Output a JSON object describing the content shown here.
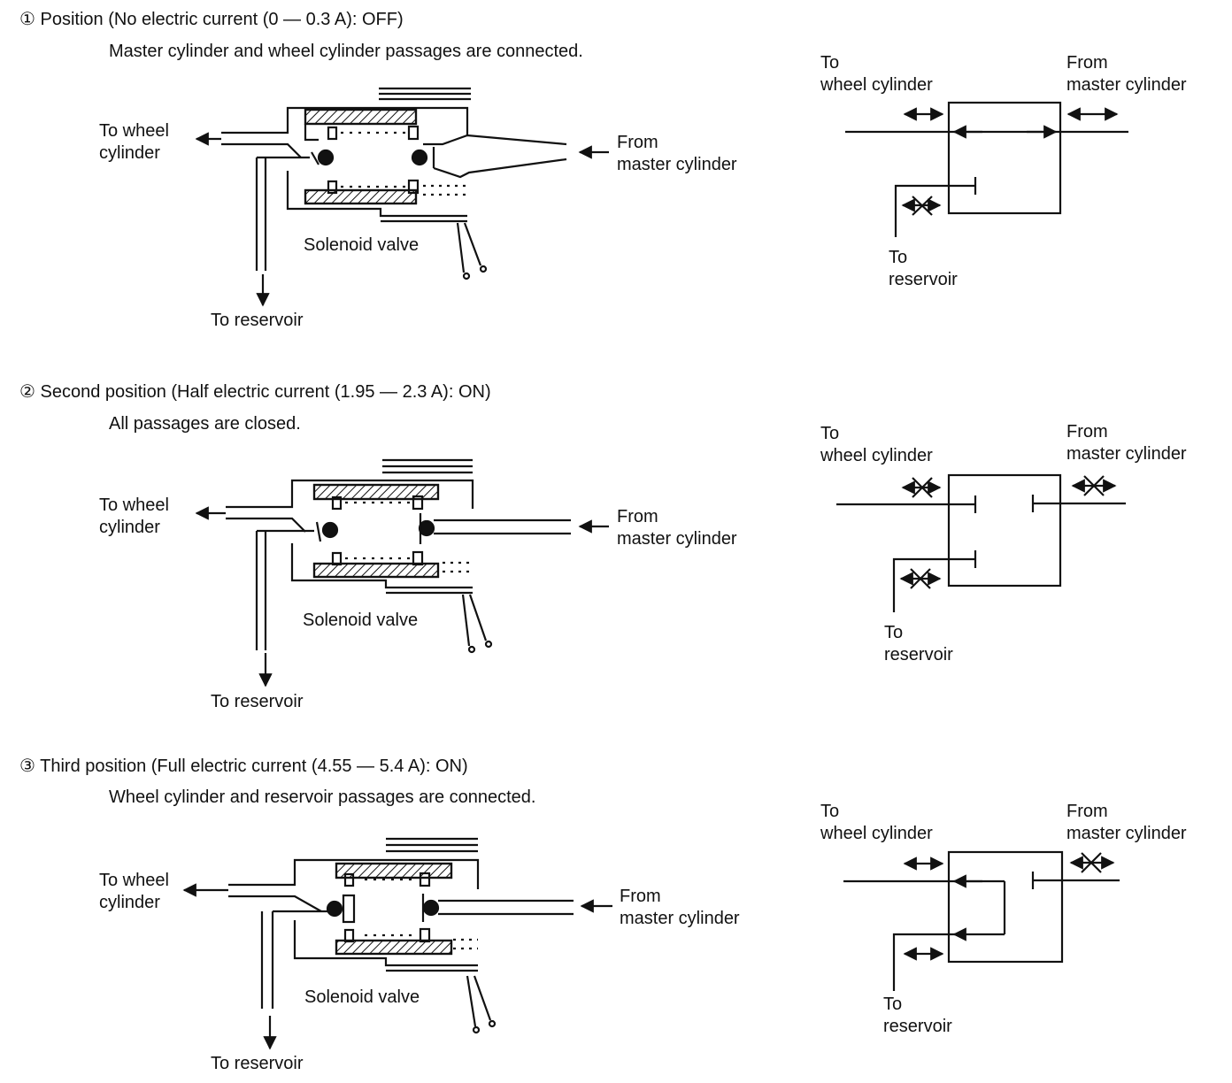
{
  "sections": [
    {
      "number": "①",
      "title": "Position (No electric current (0 — 0.3 A): OFF)",
      "subtitle": "Master cylinder and wheel cylinder passages are connected.",
      "valve": {
        "to_wheel": [
          "To wheel",
          "cylinder"
        ],
        "from_master": [
          "From",
          "master cylinder"
        ],
        "solenoid": "Solenoid valve",
        "to_reservoir": "To reservoir"
      },
      "schematic": {
        "to_wheel": [
          "To",
          "wheel cylinder"
        ],
        "from_master": [
          "From",
          "master cylinder"
        ],
        "to_reservoir": [
          "To",
          "reservoir"
        ]
      }
    },
    {
      "number": "②",
      "title": "Second position (Half electric current (1.95 — 2.3 A): ON)",
      "subtitle": "All passages are closed.",
      "valve": {
        "to_wheel": [
          "To wheel",
          "cylinder"
        ],
        "from_master": [
          "From",
          "master cylinder"
        ],
        "solenoid": "Solenoid valve",
        "to_reservoir": "To reservoir"
      },
      "schematic": {
        "to_wheel": [
          "To",
          "wheel cylinder"
        ],
        "from_master": [
          "From",
          "master cylinder"
        ],
        "to_reservoir": [
          "To",
          "reservoir"
        ]
      }
    },
    {
      "number": "③",
      "title": "Third position (Full electric current (4.55 — 5.4 A): ON)",
      "subtitle": "Wheel cylinder and reservoir passages are connected.",
      "valve": {
        "to_wheel": [
          "To wheel",
          "cylinder"
        ],
        "from_master": [
          "From",
          "master cylinder"
        ],
        "solenoid": "Solenoid valve",
        "to_reservoir": "To reservoir"
      },
      "schematic": {
        "to_wheel": [
          "To",
          "wheel cylinder"
        ],
        "from_master": [
          "From",
          "master cylinder"
        ],
        "to_reservoir": [
          "To",
          "reservoir"
        ]
      }
    }
  ]
}
